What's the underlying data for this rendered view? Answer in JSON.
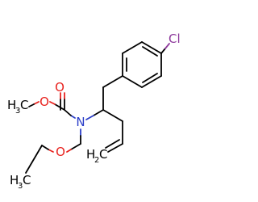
{
  "atoms": {
    "o_carbonyl": "O",
    "o_ester": "O",
    "methyl_c": "H",
    "methyl_c_main": "C",
    "methyl_c_sub": "3",
    "nitrogen": "N",
    "o_ether": "O",
    "ethyl_c": "H",
    "ethyl_c_main": "C",
    "ethyl_c_sub": "3",
    "chlorine": "Cl",
    "vinyl_h": "H",
    "vinyl_sub": "2",
    "vinyl_c": "C"
  },
  "colors": {
    "carbon": "#000000",
    "oxygen": "#e8231f",
    "nitrogen": "#2b3ec8",
    "chlorine": "#8e3a9c"
  }
}
